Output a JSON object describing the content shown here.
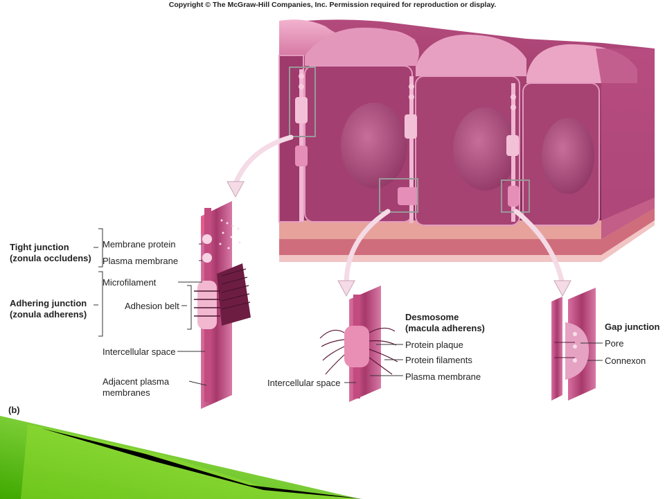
{
  "copyright": "Copyright © The McGraw-Hill Companies, Inc. Permission required for reproduction or display.",
  "panel_label": "(b)",
  "tight_junction": {
    "title": "Tight junction",
    "subtitle": "(zonula occludens)",
    "membrane_protein": "Membrane protein",
    "plasma_membrane": "Plasma membrane"
  },
  "adhering_junction": {
    "title": "Adhering junction",
    "subtitle": "(zonula adherens)",
    "microfilament": "Microfilament",
    "adhesion_belt": "Adhesion belt",
    "intercellular_space": "Intercellular space",
    "adjacent_line1": "Adjacent plasma",
    "adjacent_line2": "membranes"
  },
  "desmosome": {
    "title": "Desmosome",
    "subtitle": "(macula adherens)",
    "protein_plaque": "Protein plaque",
    "protein_filaments": "Protein filaments",
    "plasma_membrane": "Plasma membrane",
    "intercellular_space": "Intercellular space"
  },
  "gap_junction": {
    "title": "Gap junction",
    "pore": "Pore",
    "connexon": "Connexon"
  },
  "colors": {
    "tissue": "#c25a8a",
    "tissue_light": "#e8a8c6",
    "tissue_dark": "#8c2f5e",
    "accent_green": "#5fc400"
  }
}
